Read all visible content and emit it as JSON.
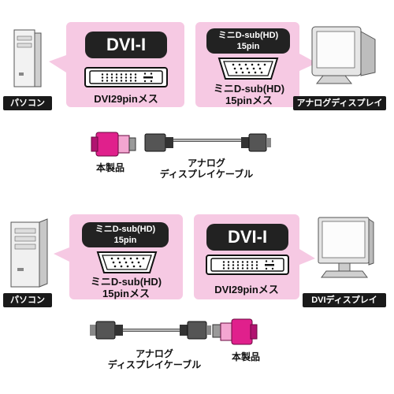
{
  "top": {
    "left_device_label": "パソコン",
    "right_device_label": "アナログディスプレイ",
    "left_panel": {
      "pill": "DVI-I",
      "label": "DVI29pinメス"
    },
    "right_panel": {
      "pill_line1": "ミニD-sub(HD)",
      "pill_line2": "15pin",
      "label_line1": "ミニD-sub(HD)",
      "label_line2": "15pinメス"
    },
    "product_label": "本製品",
    "cable_line1": "アナログ",
    "cable_line2": "ディスプレイケーブル"
  },
  "bottom": {
    "left_device_label": "パソコン",
    "right_device_label": "DVIディスプレイ",
    "left_panel": {
      "pill_line1": "ミニD-sub(HD)",
      "pill_line2": "15pin",
      "label_line1": "ミニD-sub(HD)",
      "label_line2": "15pinメス"
    },
    "right_panel": {
      "pill": "DVI-I",
      "label": "DVI29pinメス"
    },
    "product_label": "本製品",
    "cable_line1": "アナログ",
    "cable_line2": "ディスプレイケーブル"
  },
  "colors": {
    "panel": "#f6c9e3",
    "adapter": "#e0208c",
    "pill": "#222222"
  }
}
